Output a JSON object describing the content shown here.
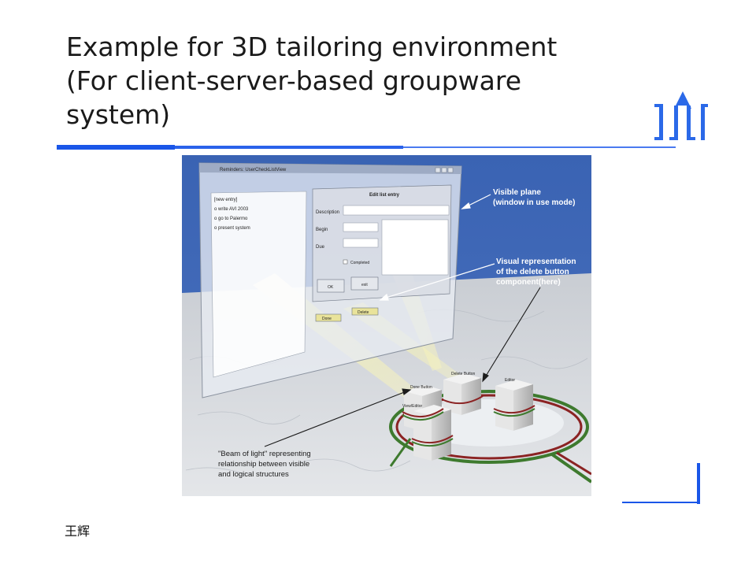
{
  "slide": {
    "title_lines": [
      "Example for 3D tailoring environment",
      "(For client-server-based groupware",
      "system)"
    ],
    "author": "王辉"
  },
  "figure": {
    "window_title": "Reminders: UserCheckListView",
    "list_items": [
      "[new entry]",
      "o write AVI 2003",
      "o go to Palermo",
      "o present system"
    ],
    "dialog_title": "Edit list entry",
    "fields": [
      "Description",
      "Begin",
      "Due"
    ],
    "checkbox_label": "Completed",
    "buttons": [
      "OK",
      "exit"
    ],
    "done_button": "Done",
    "delete_button": "Delete",
    "component_labels": [
      "Done Button",
      "Delete Button",
      "Editor",
      "View/Editor"
    ],
    "annotations": {
      "visible_plane": [
        "Visible plane",
        "(window in use mode)"
      ],
      "visual_rep": [
        "Visual representation",
        "of the delete button",
        "component(here)"
      ],
      "beam": [
        "\"Beam of light\" representing",
        "relationship between visible",
        "and logical structures"
      ]
    }
  },
  "colors": {
    "accent_blue": "#1a56e8",
    "figure_sky": "#3d66b6"
  }
}
